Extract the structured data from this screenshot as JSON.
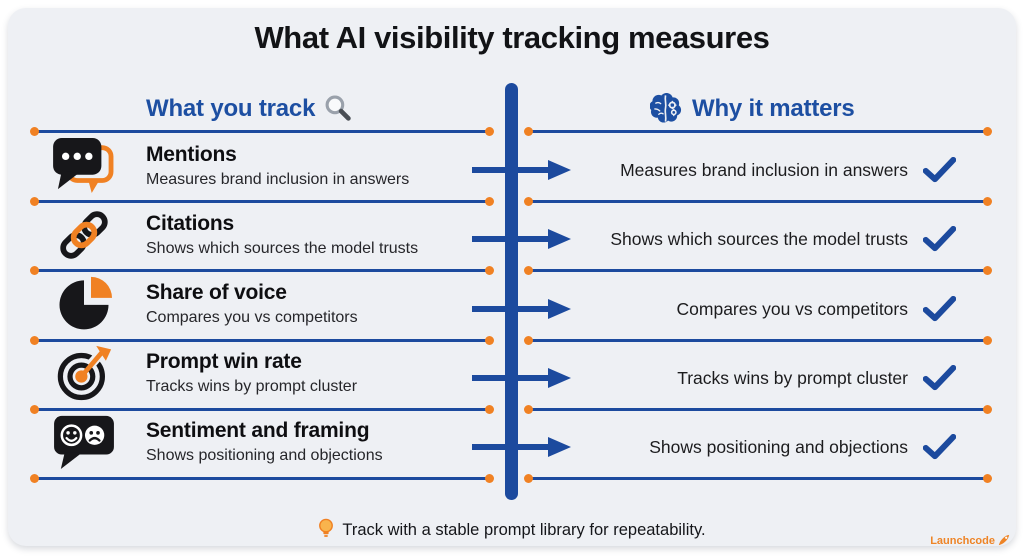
{
  "title": "What AI visibility tracking measures",
  "columns": {
    "left": {
      "label": "What you track",
      "icon": "magnifier-icon"
    },
    "right": {
      "label": "Why it matters",
      "icon": "ai-brain-icon"
    }
  },
  "rows": [
    {
      "icon": "chat-bubble-icon",
      "title": "Mentions",
      "subtitle": "Measures brand inclusion in answers",
      "benefit": "Measures brand inclusion in answers"
    },
    {
      "icon": "chain-link-icon",
      "title": "Citations",
      "subtitle": "Shows which sources the model trusts",
      "benefit": "Shows which sources the model trusts"
    },
    {
      "icon": "pie-chart-icon",
      "title": "Share of voice",
      "subtitle": "Compares you vs competitors",
      "benefit": "Compares you vs competitors"
    },
    {
      "icon": "dart-target-icon",
      "title": "Prompt win rate",
      "subtitle": "Tracks wins by prompt cluster",
      "benefit": "Tracks wins by prompt cluster"
    },
    {
      "icon": "sentiment-faces-icon",
      "title": "Sentiment and framing",
      "subtitle": "Shows positioning and objections",
      "benefit": "Shows positioning and objections"
    }
  ],
  "footer": {
    "tip": "Track with a stable prompt library for repeatability.",
    "icon": "lightbulb-icon"
  },
  "brand": {
    "name": "Launchcode",
    "icon": "rocket-icon"
  },
  "colors": {
    "accent_blue": "#1c4a9e",
    "accent_orange": "#f08123",
    "panel_bg": "#eef0f4",
    "icon_black": "#17171a"
  }
}
